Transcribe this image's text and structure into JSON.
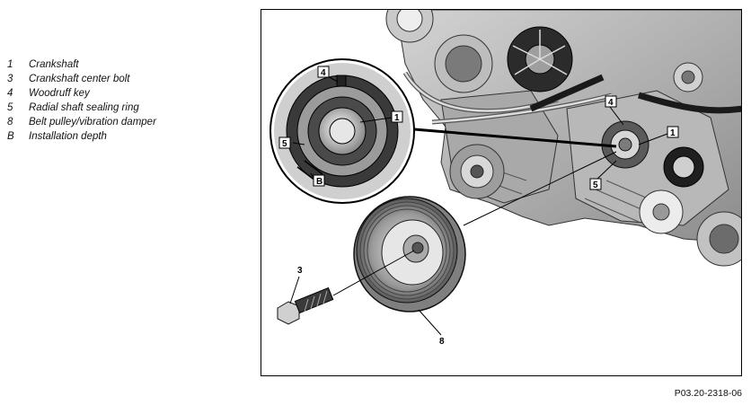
{
  "legend": [
    {
      "key": "1",
      "text": "Crankshaft"
    },
    {
      "key": "3",
      "text": "Crankshaft center bolt"
    },
    {
      "key": "4",
      "text": "Woodruff key"
    },
    {
      "key": "5",
      "text": "Radial shaft sealing ring"
    },
    {
      "key": "8",
      "text": "Belt pulley/vibration damper"
    },
    {
      "key": "B",
      "text": "Installation depth"
    }
  ],
  "callouts": {
    "detail_4": "4",
    "detail_1": "1",
    "detail_5": "5",
    "detail_B": "B",
    "engine_4": "4",
    "engine_1": "1",
    "engine_5": "5",
    "bolt_3": "3",
    "pulley_8": "8"
  },
  "figure_code": "P03.20-2318-06"
}
